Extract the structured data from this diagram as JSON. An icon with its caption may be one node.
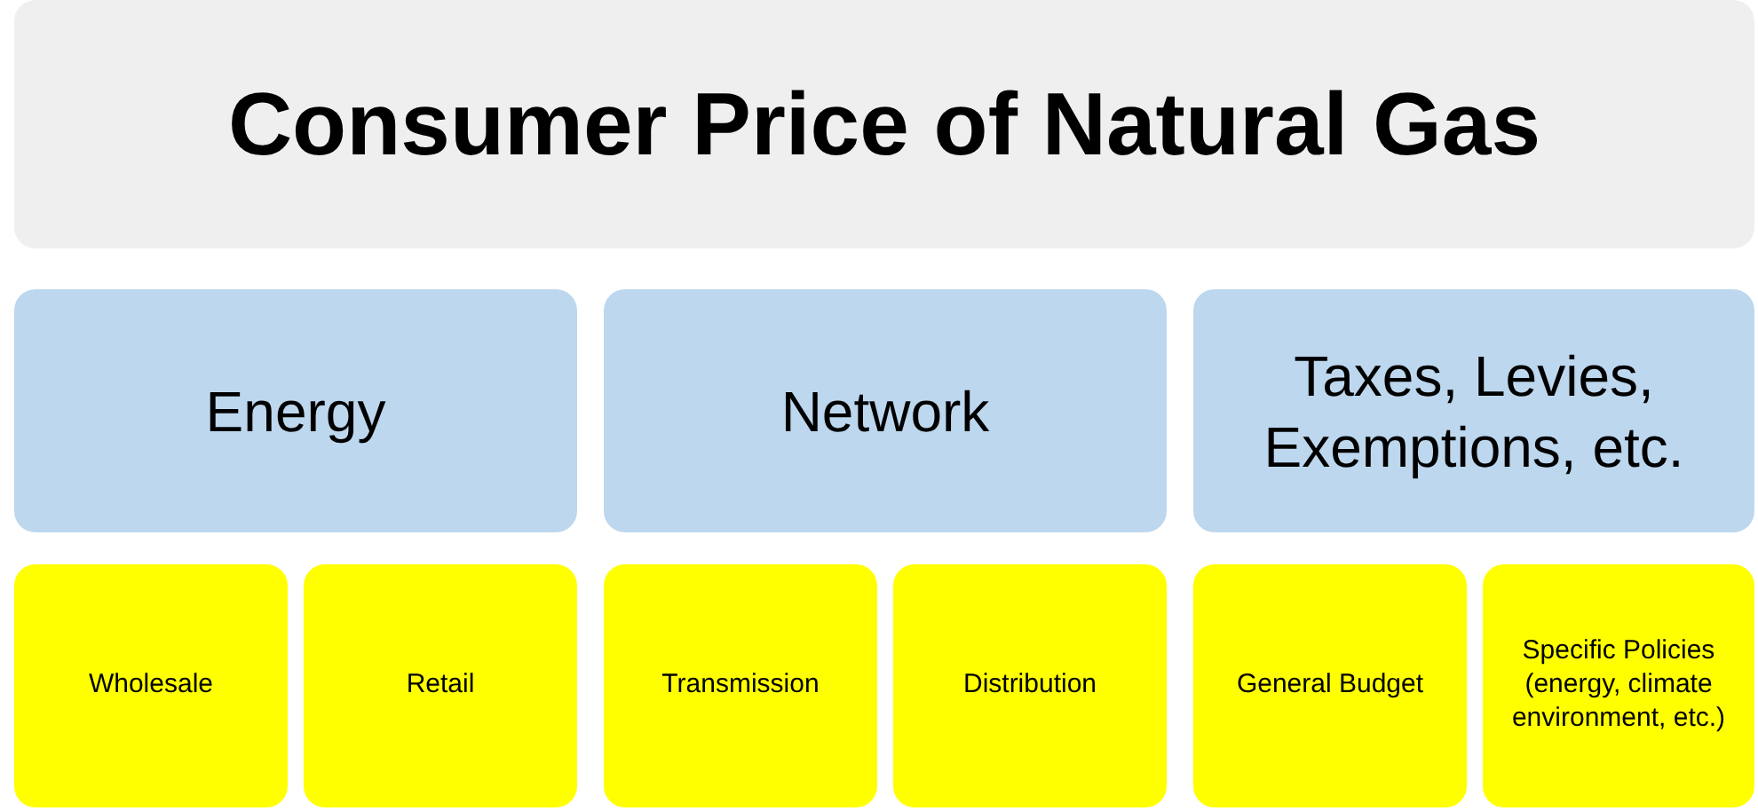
{
  "diagram": {
    "nodes": [
      {
        "text": [
          "Consumer Price of Natural Gas"
        ]
      },
      {
        "text": [
          "Energy"
        ]
      },
      {
        "text": [
          "Network"
        ]
      },
      {
        "text": [
          "Taxes, Levies, Exemptions, etc."
        ]
      },
      {
        "text": [
          "Wholesale"
        ]
      },
      {
        "text": [
          "Retail"
        ]
      },
      {
        "text": [
          "Transmission"
        ]
      },
      {
        "text": [
          "Distribution"
        ]
      },
      {
        "text": [
          "General Budget"
        ]
      },
      {
        "text": [
          "Specific Policies (energy, climate environment, etc.)"
        ]
      }
    ]
  }
}
